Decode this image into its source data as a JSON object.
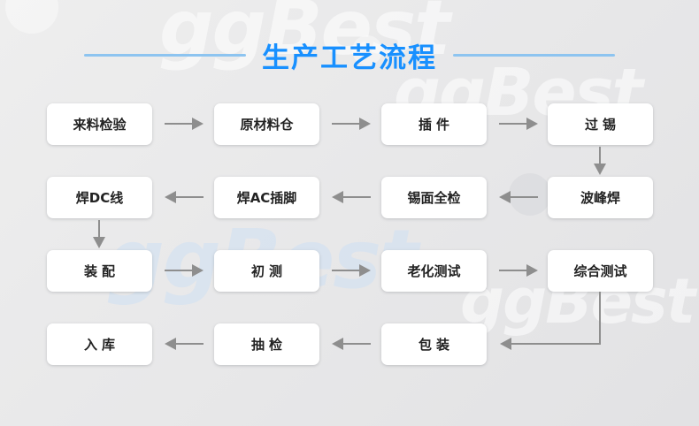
{
  "title": {
    "text": "生产工艺流程",
    "color": "#1890ff",
    "rule_color": "#8dc4f0"
  },
  "theme": {
    "background": "#e8e8ea",
    "node_background": "#ffffff",
    "node_text": "#222222",
    "arrow_color": "#8e8e8e"
  },
  "watermark": {
    "text": "ggBest"
  },
  "flow": {
    "rows": [
      {
        "direction": "left-to-right",
        "nodes": [
          {
            "label": "来料检验",
            "spaced": false
          },
          {
            "label": "原材料仓",
            "spaced": false
          },
          {
            "label": "插件",
            "spaced": true
          },
          {
            "label": "过锡",
            "spaced": true
          }
        ]
      },
      {
        "direction": "right-to-left",
        "nodes": [
          {
            "label": "焊DC线",
            "spaced": false
          },
          {
            "label": "焊AC插脚",
            "spaced": false
          },
          {
            "label": "锡面全检",
            "spaced": false
          },
          {
            "label": "波峰焊",
            "spaced": false
          }
        ]
      },
      {
        "direction": "left-to-right",
        "nodes": [
          {
            "label": "装配",
            "spaced": true
          },
          {
            "label": "初测",
            "spaced": true
          },
          {
            "label": "老化测试",
            "spaced": false
          },
          {
            "label": "综合测试",
            "spaced": false
          }
        ]
      },
      {
        "direction": "right-to-left",
        "nodes": [
          {
            "label": "入库",
            "spaced": true
          },
          {
            "label": "抽检",
            "spaced": true
          },
          {
            "label": "包装",
            "spaced": true
          }
        ]
      }
    ],
    "connectors": [
      {
        "kind": "arrow-right",
        "from": "来料检验",
        "to": "原材料仓"
      },
      {
        "kind": "arrow-right",
        "from": "原材料仓",
        "to": "插件"
      },
      {
        "kind": "arrow-right",
        "from": "插件",
        "to": "过锡"
      },
      {
        "kind": "arrow-down",
        "from": "过锡",
        "to": "波峰焊"
      },
      {
        "kind": "arrow-left",
        "from": "波峰焊",
        "to": "锡面全检"
      },
      {
        "kind": "arrow-left",
        "from": "锡面全检",
        "to": "焊AC插脚"
      },
      {
        "kind": "arrow-left",
        "from": "焊AC插脚",
        "to": "焊DC线"
      },
      {
        "kind": "arrow-down",
        "from": "焊DC线",
        "to": "装配"
      },
      {
        "kind": "arrow-right",
        "from": "装配",
        "to": "初测"
      },
      {
        "kind": "arrow-right",
        "from": "初测",
        "to": "老化测试"
      },
      {
        "kind": "arrow-right",
        "from": "老化测试",
        "to": "综合测试"
      },
      {
        "kind": "elbow-down-left",
        "from": "综合测试",
        "to": "包装"
      },
      {
        "kind": "arrow-left",
        "from": "包装",
        "to": "抽检"
      },
      {
        "kind": "arrow-left",
        "from": "抽检",
        "to": "入库"
      }
    ]
  }
}
